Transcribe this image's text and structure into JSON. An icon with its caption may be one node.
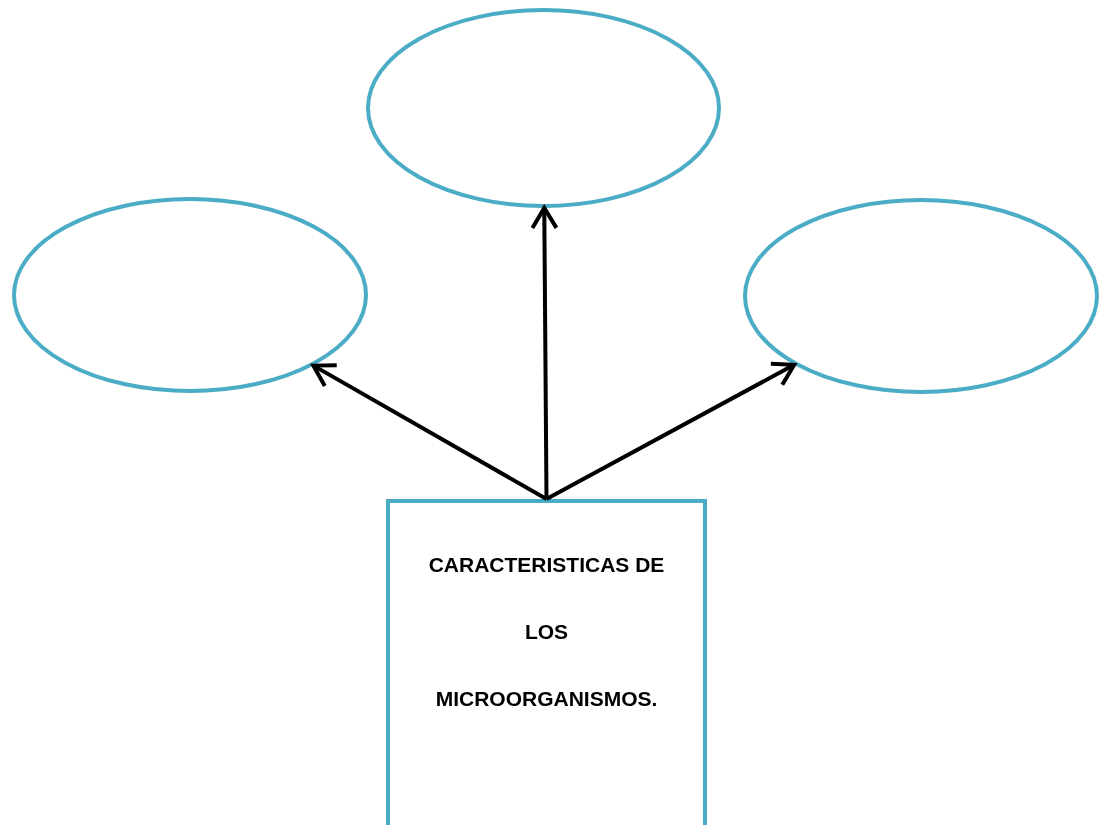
{
  "diagram": {
    "nodes": [
      {
        "text": [],
        "shape": "ellipse"
      },
      {
        "text": [],
        "shape": "ellipse"
      },
      {
        "text": [],
        "shape": "ellipse"
      },
      {
        "text": [
          "CARACTERISTICAS DE LOS MICROORGANISMOS."
        ]
      }
    ],
    "edges": [
      {
        "from": 3,
        "to": 0,
        "arrow": "to"
      },
      {
        "from": 3,
        "to": 1,
        "arrow": "to"
      },
      {
        "from": 3,
        "to": 2,
        "arrow": "to"
      }
    ]
  }
}
